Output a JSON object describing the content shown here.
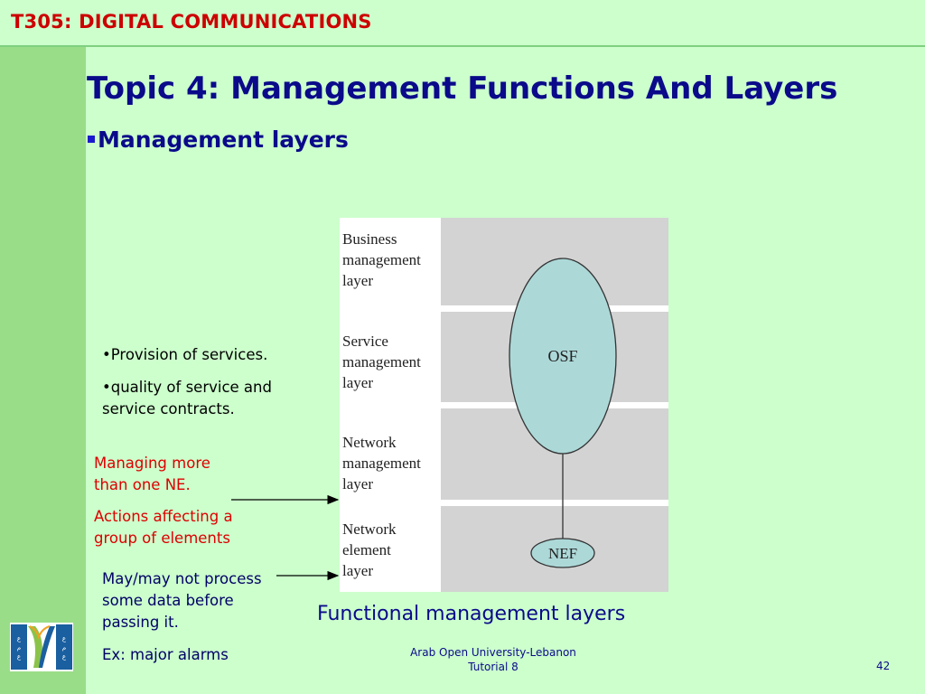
{
  "header": {
    "course_title": "T305: DIGITAL COMMUNICATIONS"
  },
  "slide": {
    "title": "Topic 4: Management Functions And Layers",
    "bullet": "Management layers"
  },
  "figure": {
    "layers": [
      [
        "Business",
        "management",
        "layer"
      ],
      [
        "Service",
        "management",
        "layer"
      ],
      [
        "Network",
        "management",
        "layer"
      ],
      [
        "Network",
        "element",
        "layer"
      ]
    ],
    "osf_label": "OSF",
    "nef_label": "NEF",
    "caption": "Functional management layers",
    "colors": {
      "band": "#d3d3d3",
      "ellipse_fill": "#add8d8"
    }
  },
  "notes": {
    "service": [
      "•Provision of services.",
      "•quality of service and",
      "service contracts."
    ],
    "network_mgmt": [
      "Managing more",
      "than one NE.",
      "Actions affecting a",
      "group of elements"
    ],
    "element": [
      "May/may not process",
      "some data before",
      "passing it.",
      "Ex: major alarms"
    ]
  },
  "footer": {
    "line1": "Arab Open University-Lebanon",
    "line2": "Tutorial 8",
    "page": "42"
  },
  "logo": {
    "left_text": "ﻉ ﻡ ﻉ",
    "right_text": "ﻉ ﻡ ﻉ"
  }
}
